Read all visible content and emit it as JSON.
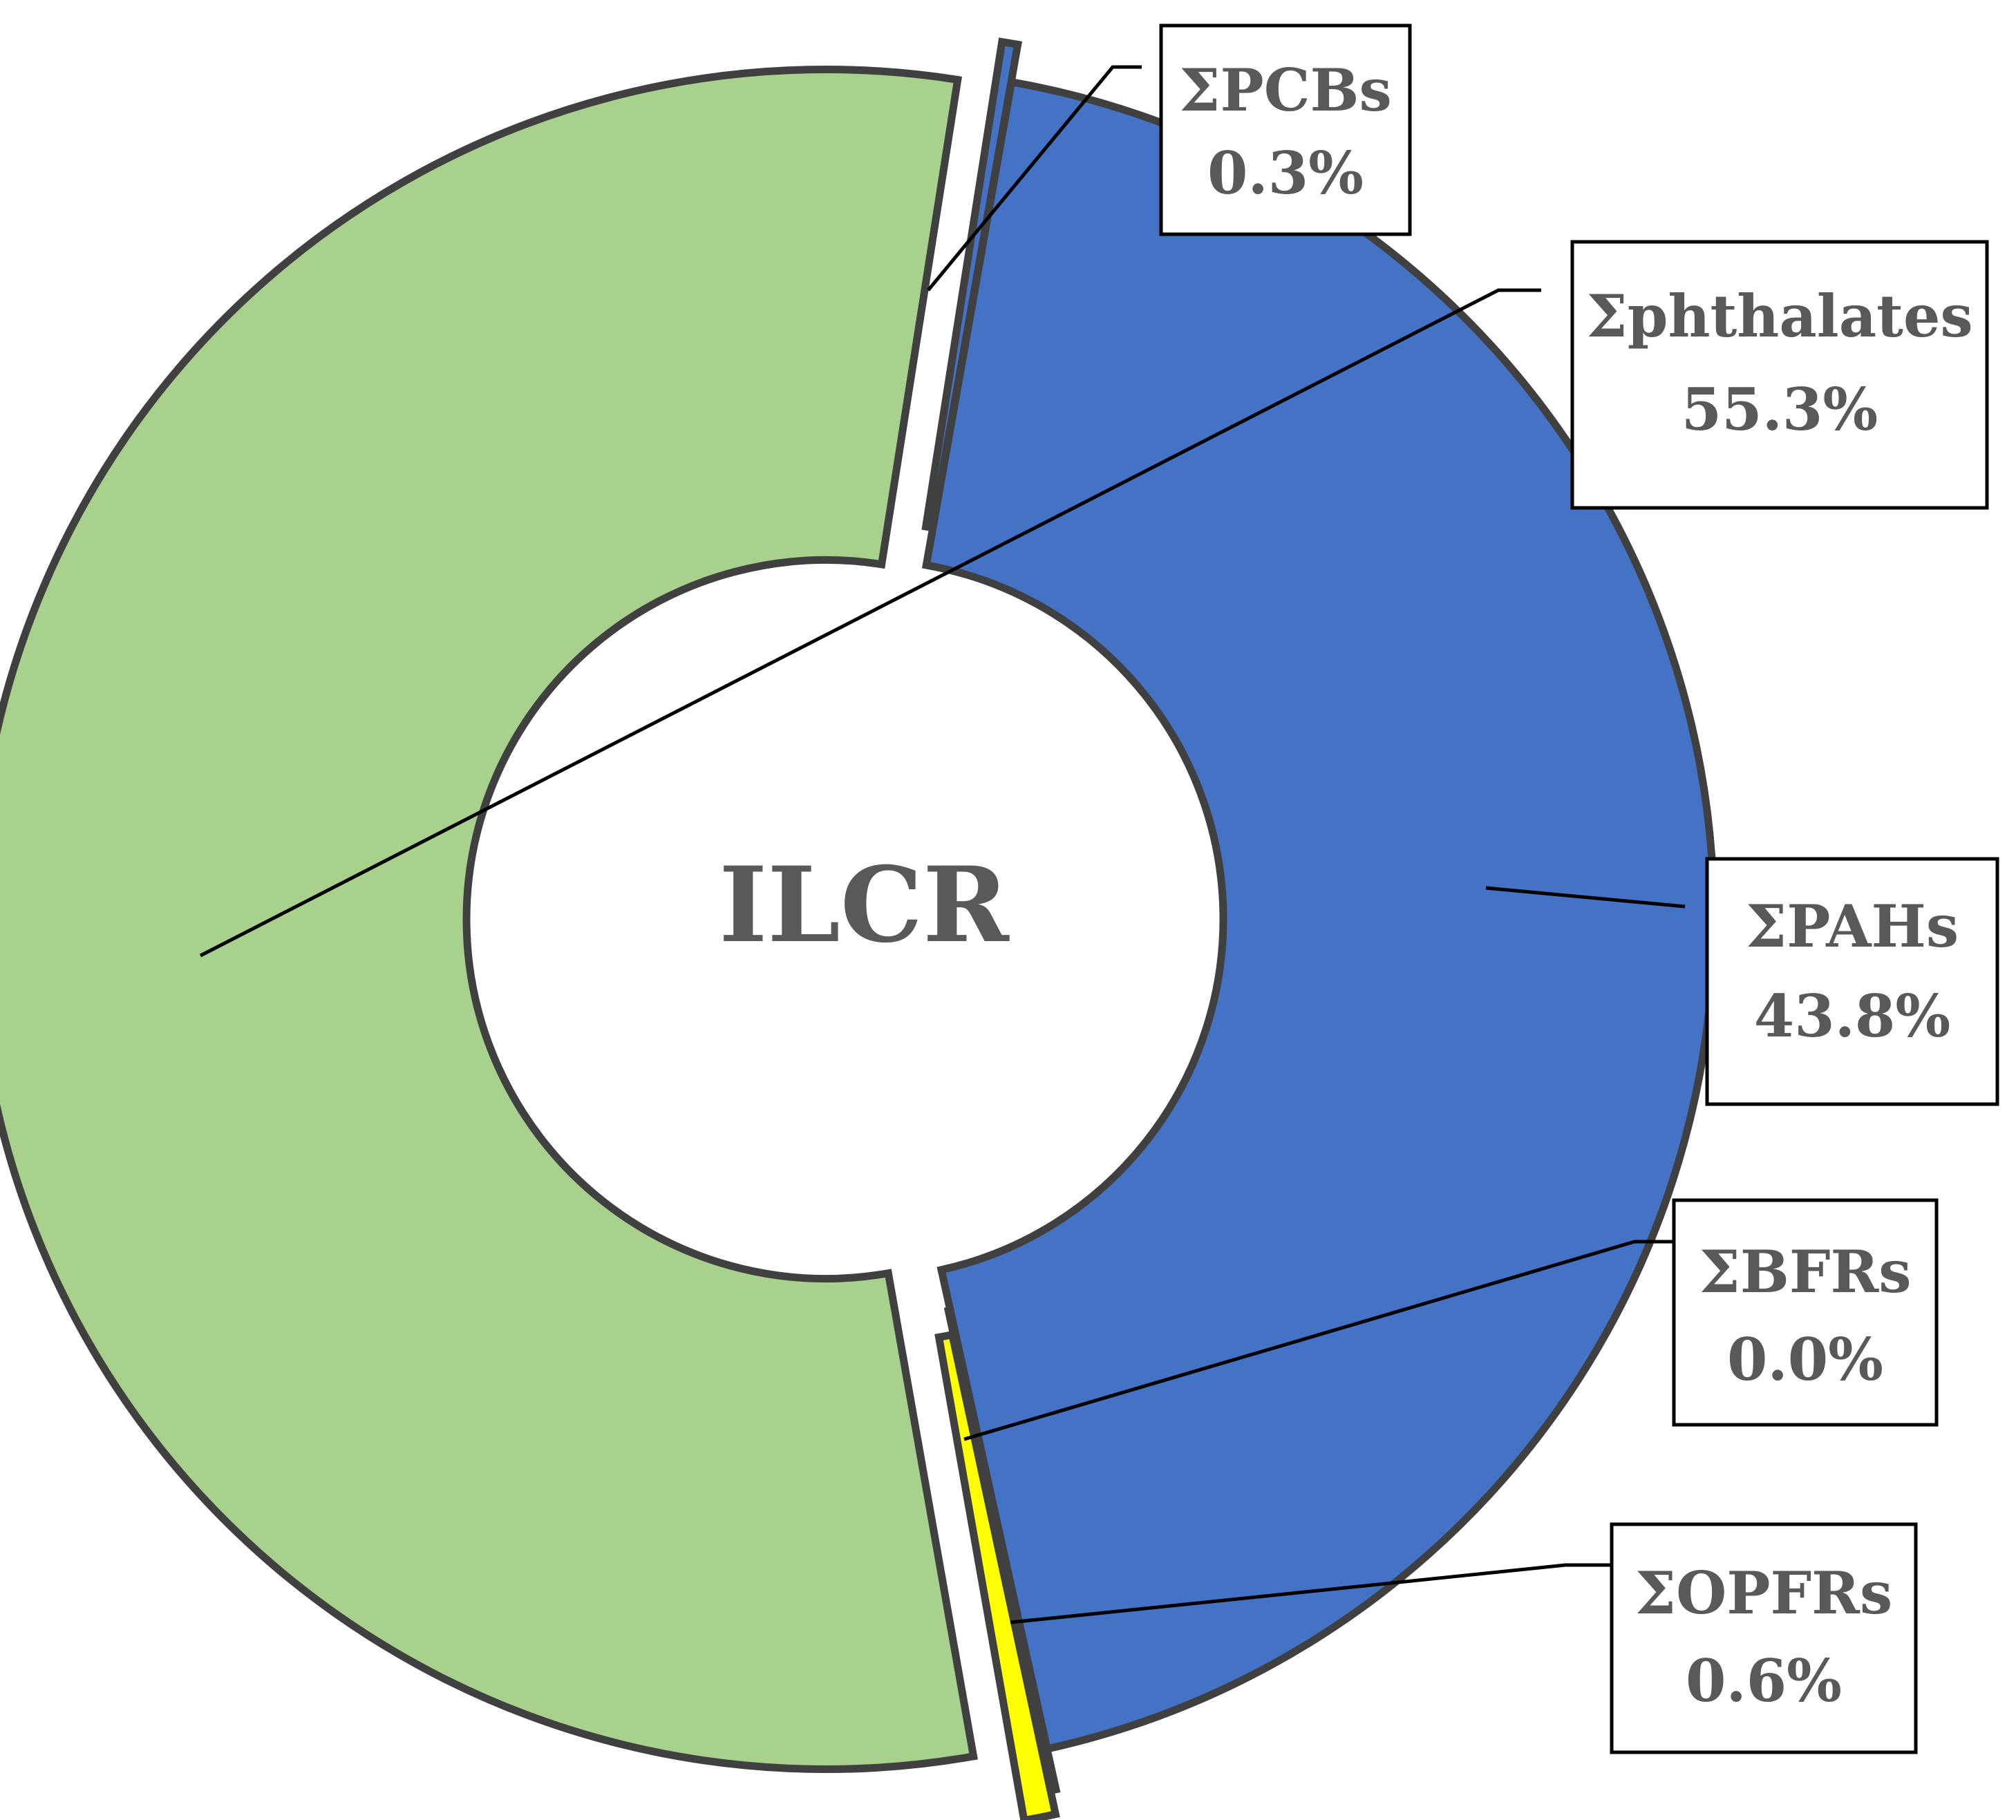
{
  "chart_data": {
    "type": "pie",
    "variant": "exploded-donut",
    "center_label": "ILCR",
    "slices": [
      {
        "label": "ΣPAHs",
        "value_label": "43.8%",
        "value": 43.8,
        "color": "#4472C4"
      },
      {
        "label": "ΣBFRs",
        "value_label": "0.0%",
        "value": 0.0,
        "color": "#5B9BD5"
      },
      {
        "label": "ΣOPFRs",
        "value_label": "0.6%",
        "value": 0.6,
        "color": "#FFFF00"
      },
      {
        "label": "Σphthalates",
        "value_label": "55.3%",
        "value": 55.3,
        "color": "#A9D18E"
      },
      {
        "label": "ΣPCBs",
        "value_label": "0.3%",
        "value": 0.3,
        "color": "#4472C4"
      }
    ],
    "slice_outline_color": "#404040",
    "label_text_color": "#595959"
  }
}
